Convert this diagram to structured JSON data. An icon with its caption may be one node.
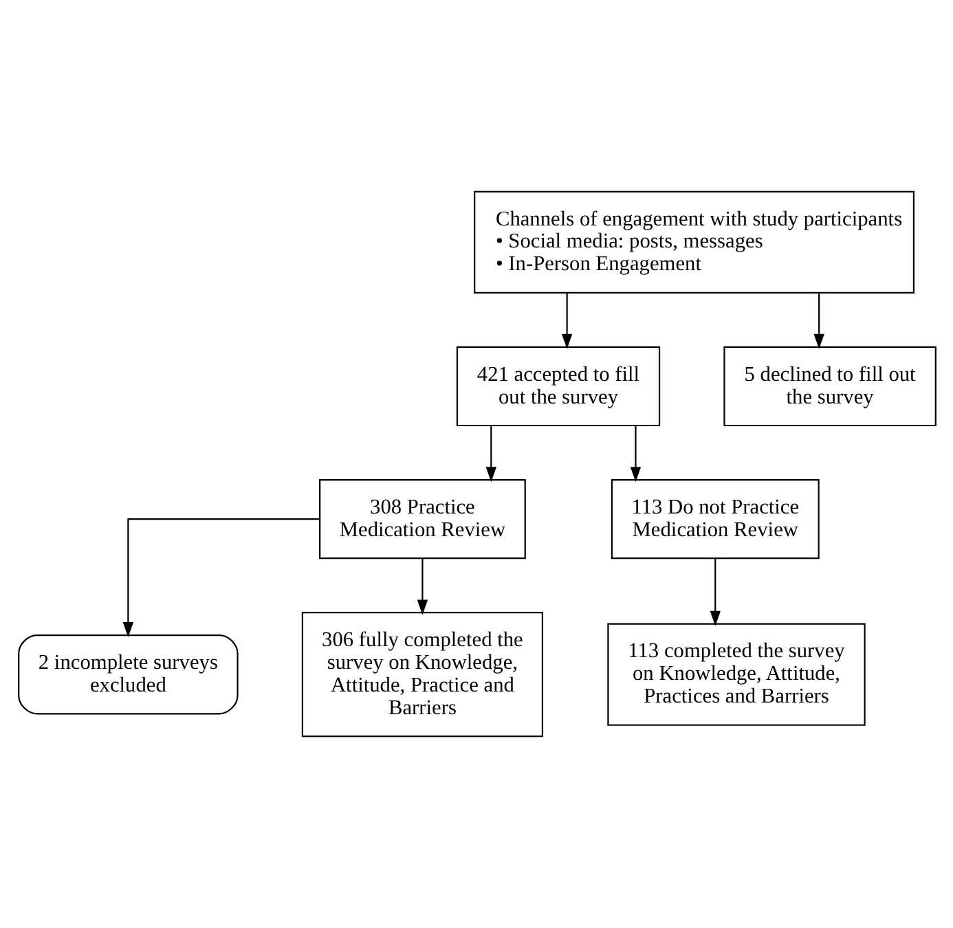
{
  "diagram": {
    "nodes": [
      {
        "text": [
          "Channels of engagement with study participants",
          "• Social media: posts, messages",
          "• In-Person Engagement"
        ]
      },
      {
        "text": [
          "421 accepted to fill out the survey"
        ]
      },
      {
        "text": [
          "5 declined to fill out the survey"
        ]
      },
      {
        "text": [
          "308 Practice Medication Review"
        ]
      },
      {
        "text": [
          "2 incomplete surveys excluded"
        ]
      },
      {
        "text": [
          "113 Do not Practice Medication Review"
        ]
      },
      {
        "text": [
          "306 fully completed the survey on Knowledge, Attitude, Practice and Barriers"
        ]
      },
      {
        "text": [
          "113 completed the survey on Knowledge, Attitude, Practices and Barriers"
        ]
      }
    ],
    "edges": [
      {
        "from": 0,
        "to": 1,
        "arrow": "to"
      },
      {
        "from": 0,
        "to": 2,
        "arrow": "to"
      },
      {
        "from": 1,
        "to": 3,
        "arrow": "to"
      },
      {
        "from": 1,
        "to": 5,
        "arrow": "to"
      },
      {
        "from": 3,
        "to": 4,
        "arrow": "to"
      },
      {
        "from": 3,
        "to": 6,
        "arrow": "to"
      },
      {
        "from": 5,
        "to": 7,
        "arrow": "to"
      }
    ]
  }
}
